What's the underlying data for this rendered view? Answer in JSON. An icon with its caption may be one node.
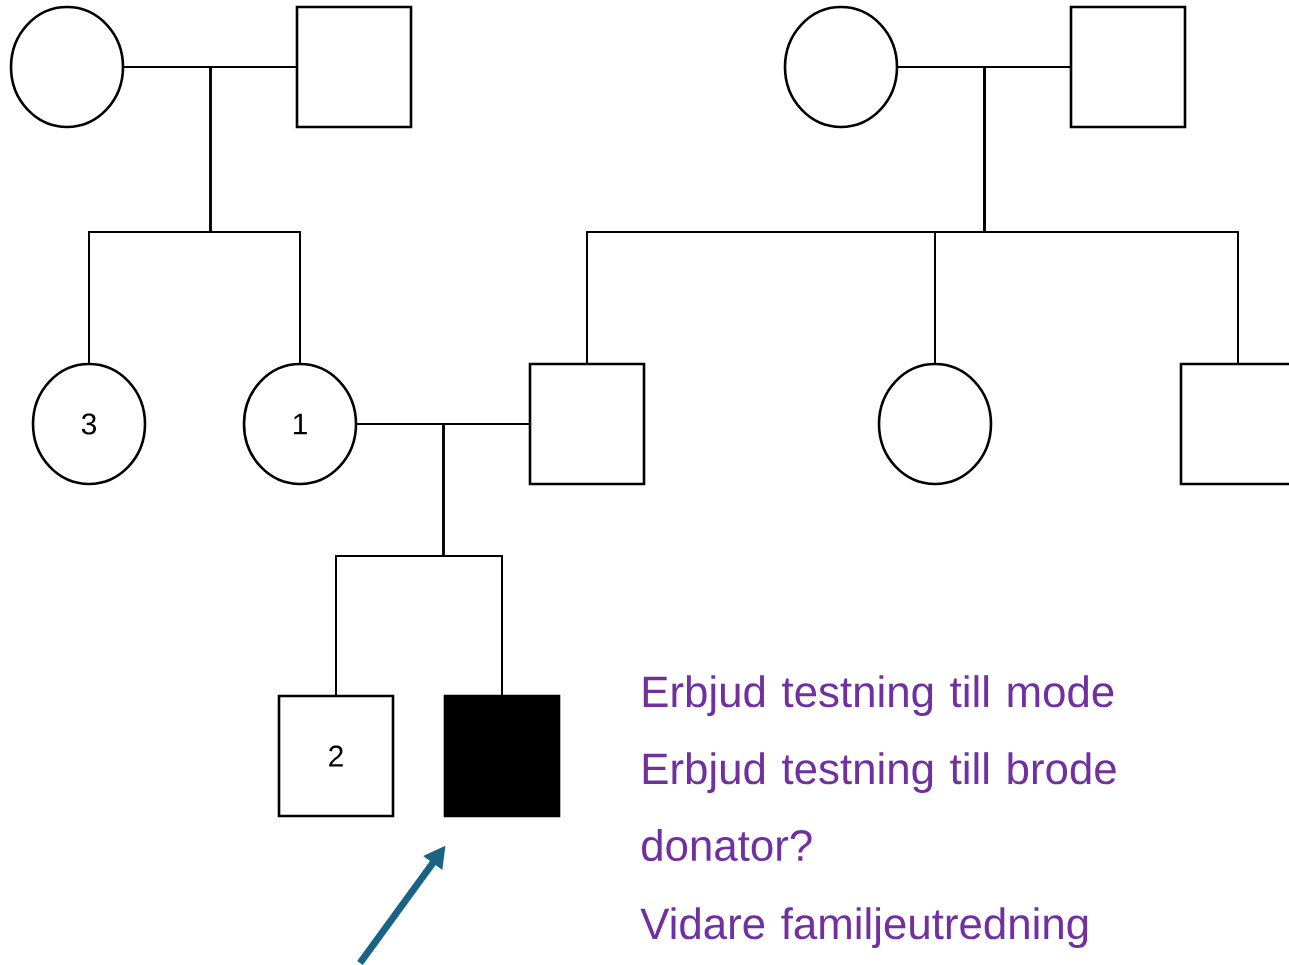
{
  "diagram": {
    "nodes": [
      {
        "text": [],
        "shape": "circle"
      },
      {
        "text": [],
        "shape": "box"
      },
      {
        "text": [],
        "shape": "circle"
      },
      {
        "text": [],
        "shape": "box"
      },
      {
        "text": [
          "3"
        ]
      },
      {
        "text": [
          "1"
        ]
      },
      {
        "text": [],
        "shape": "box"
      },
      {
        "text": [],
        "shape": "circle"
      },
      {
        "text": [],
        "shape": "box"
      },
      {
        "text": [
          "2"
        ]
      },
      {
        "text": [],
        "shape": "box"
      }
    ],
    "edges": [
      {
        "from": 0,
        "to": 1,
        "arrow": "none"
      },
      {
        "from": 2,
        "to": 3,
        "arrow": "none"
      },
      {
        "from": 5,
        "to": 6,
        "arrow": "none"
      },
      {
        "from": 0,
        "to": 4,
        "arrow": "none"
      },
      {
        "from": 1,
        "to": 4,
        "arrow": "none"
      },
      {
        "from": 0,
        "to": 5,
        "arrow": "none"
      },
      {
        "from": 1,
        "to": 5,
        "arrow": "none"
      },
      {
        "from": 2,
        "to": 6,
        "arrow": "none"
      },
      {
        "from": 3,
        "to": 6,
        "arrow": "none"
      },
      {
        "from": 2,
        "to": 7,
        "arrow": "none"
      },
      {
        "from": 3,
        "to": 7,
        "arrow": "none"
      },
      {
        "from": 2,
        "to": 8,
        "arrow": "none"
      },
      {
        "from": 3,
        "to": 8,
        "arrow": "none"
      },
      {
        "from": 5,
        "to": 9,
        "arrow": "none"
      },
      {
        "from": 6,
        "to": 9,
        "arrow": "none"
      },
      {
        "from": 5,
        "to": 10,
        "arrow": "none"
      },
      {
        "from": 6,
        "to": 10,
        "arrow": "none"
      },
      {
        "from": null,
        "to": 10,
        "arrow": "to",
        "style": "thick",
        "color": "#1a6385"
      }
    ],
    "labels": [
      "Erbjud testning till mode",
      "Erbjud testning till brode donator?",
      "Vidare familjeutredning"
    ]
  }
}
